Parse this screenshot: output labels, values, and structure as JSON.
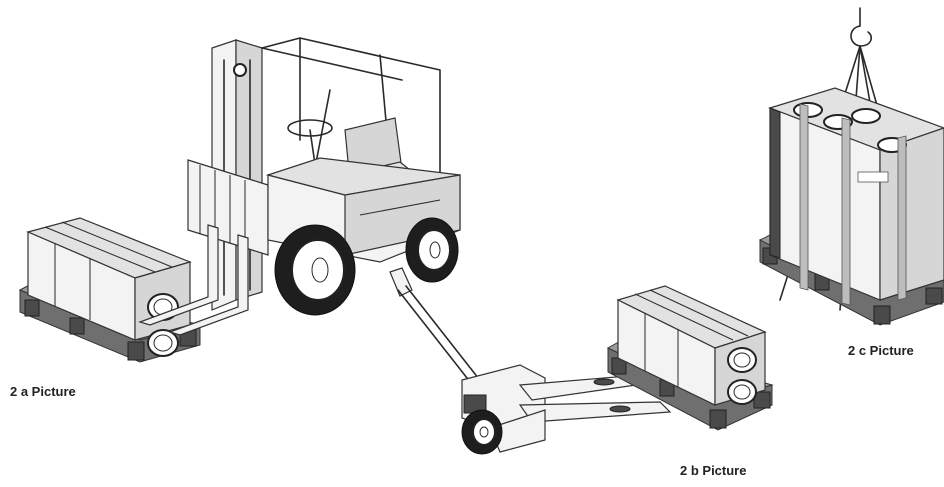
{
  "captions": {
    "a": "2 a Picture",
    "b": "2 b Picture",
    "c": "2 c Picture"
  },
  "colors": {
    "line": "#2a2a2a",
    "pallet": "#6f6f6f",
    "box": "#f3f3f3"
  }
}
